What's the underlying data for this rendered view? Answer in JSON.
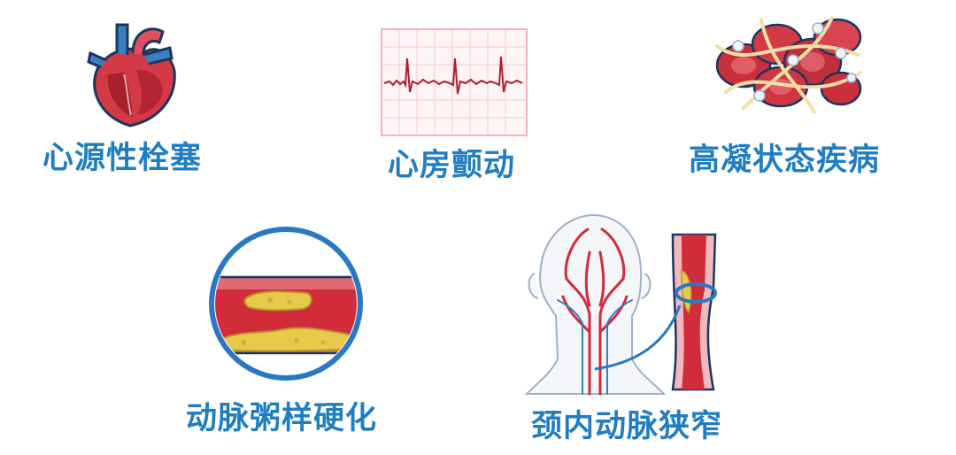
{
  "panels": [
    {
      "id": "heart",
      "label": "心源性栓塞",
      "icon": "heart-icon"
    },
    {
      "id": "ecg",
      "label": "心房颤动",
      "icon": "ecg-icon"
    },
    {
      "id": "clot",
      "label": "高凝状态疾病",
      "icon": "blood-clot-icon"
    },
    {
      "id": "athero",
      "label": "动脉粥样硬化",
      "icon": "plaque-artery-icon"
    },
    {
      "id": "carotid",
      "label": "颈内动脉狭窄",
      "icon": "carotid-stenosis-icon"
    }
  ],
  "colors": {
    "caption": "#1f7ec2",
    "artery_red": "#d22b3a",
    "plaque_yellow": "#e8c94a",
    "vein_blue": "#3a7fc0",
    "ecg_grid": "#f3b3ba",
    "outline_navy": "#1b3660"
  }
}
